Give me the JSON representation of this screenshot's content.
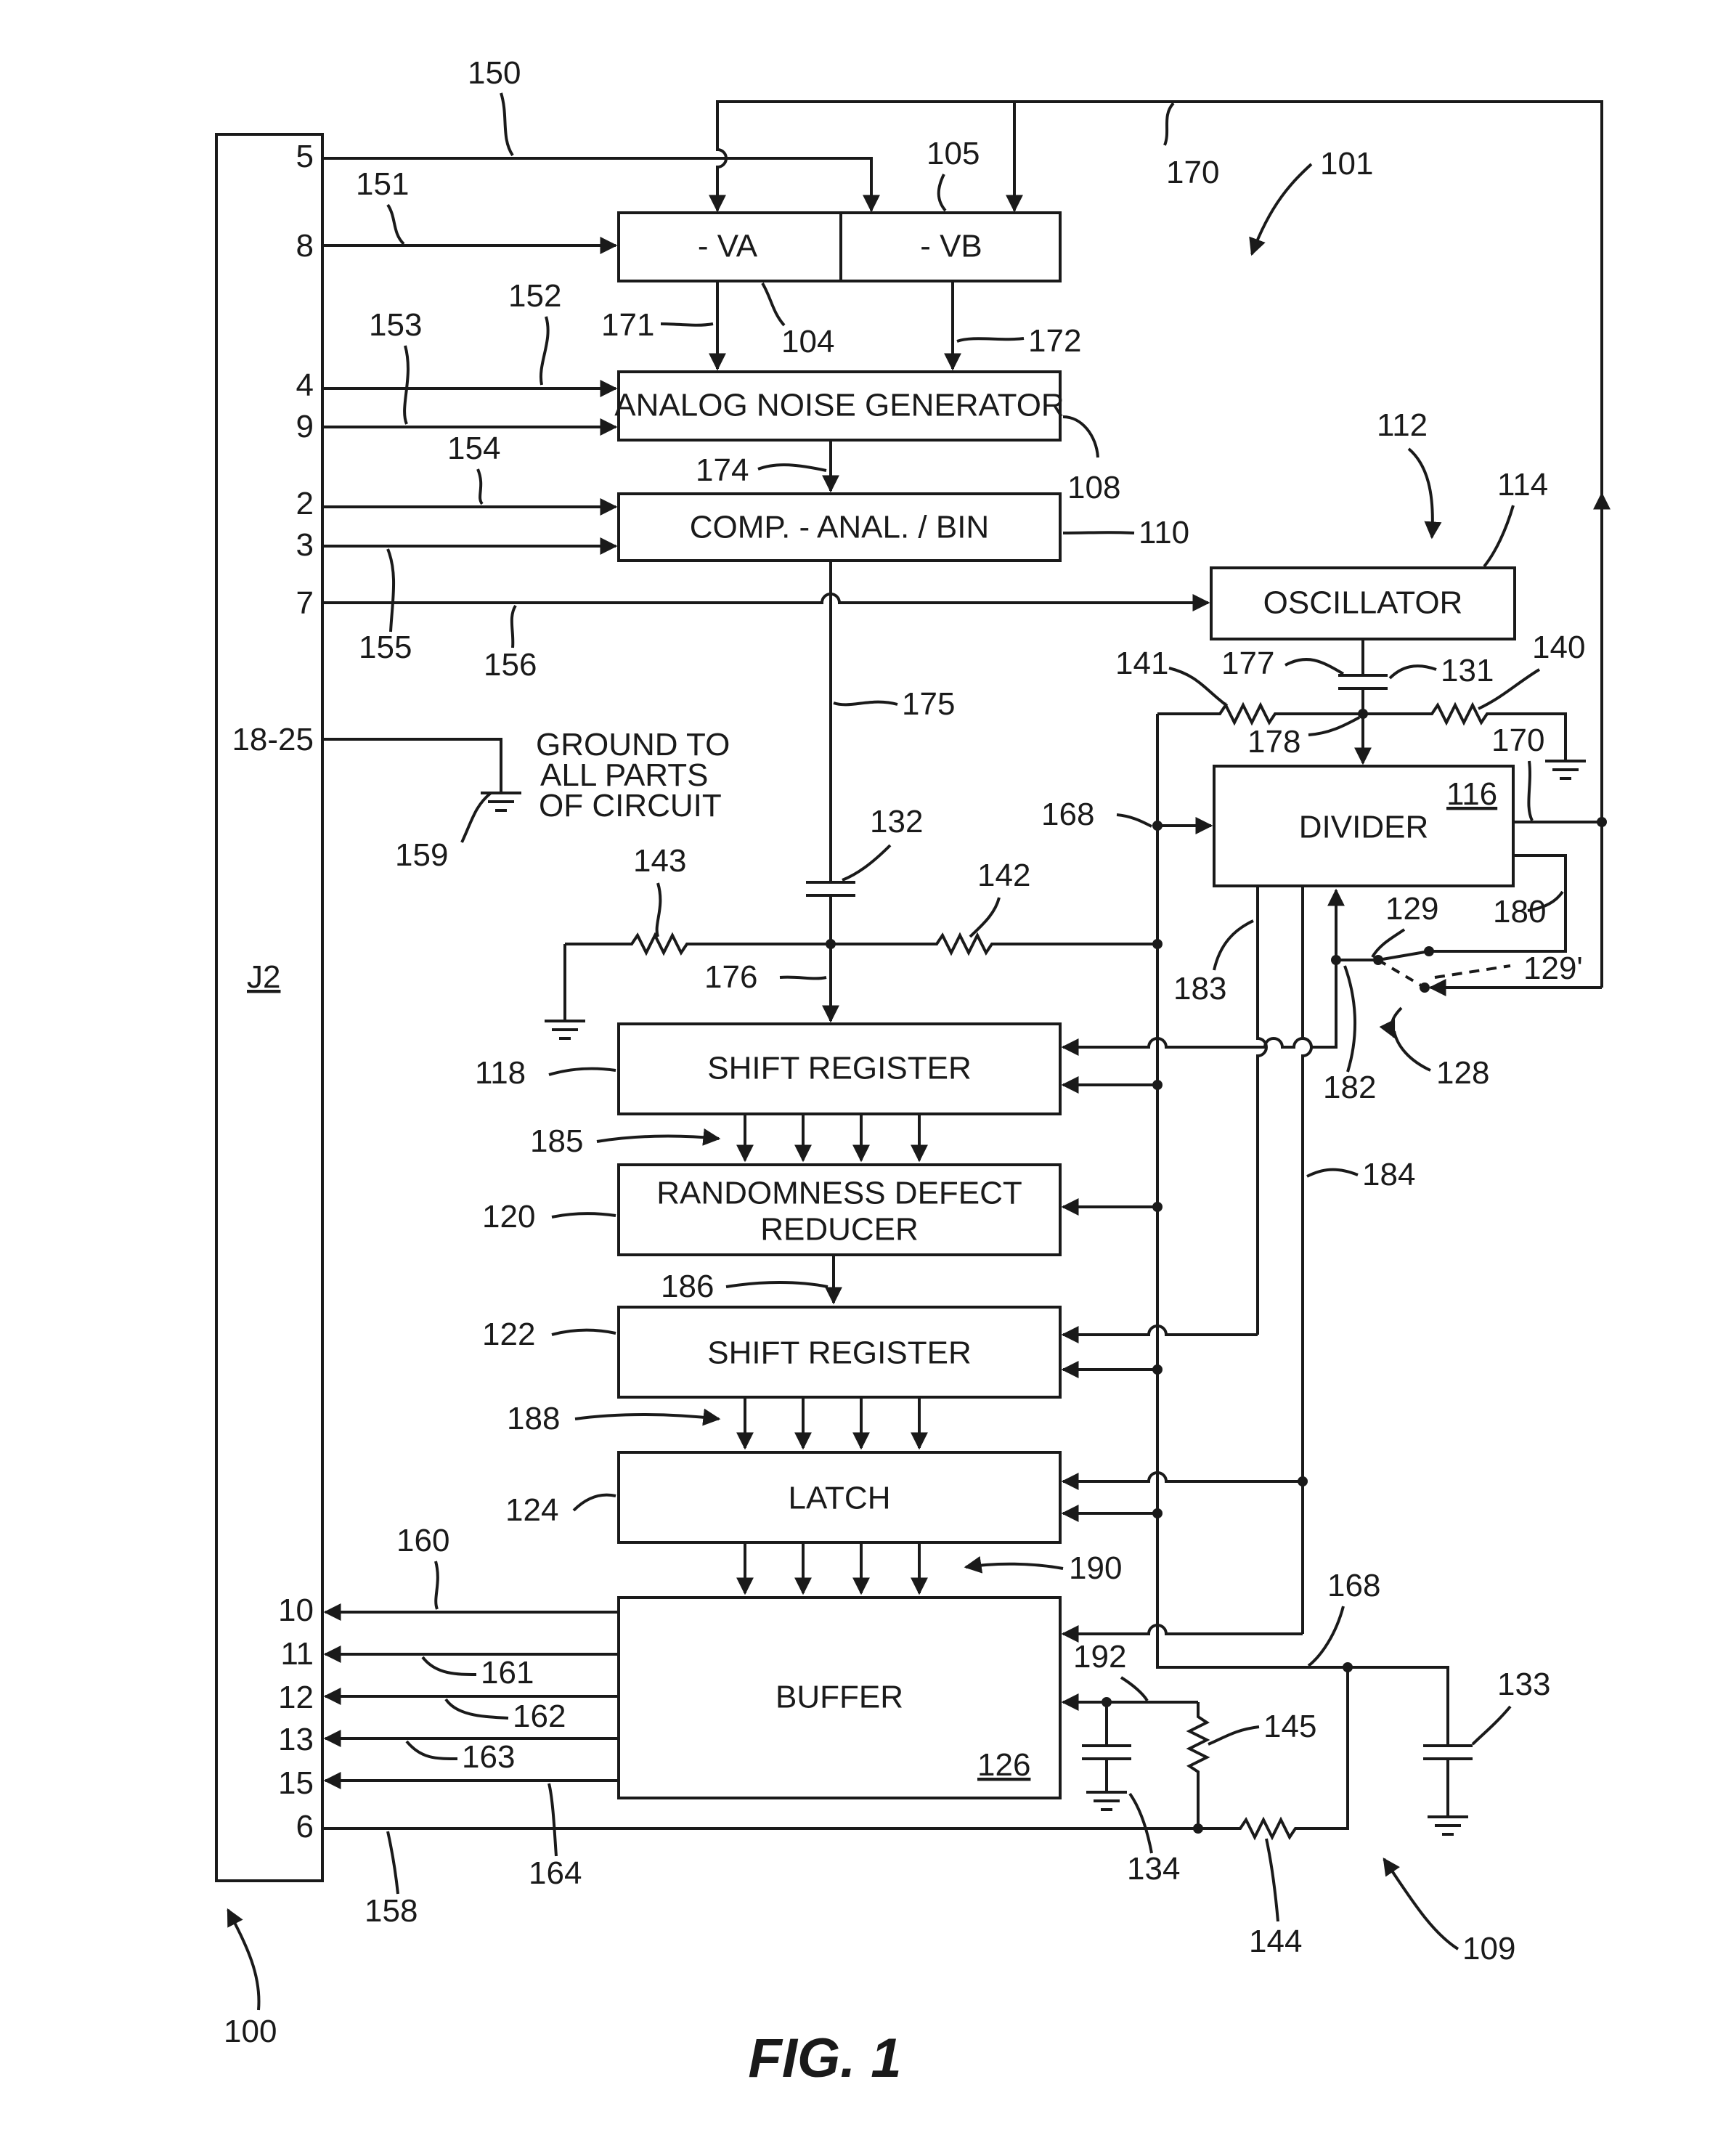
{
  "figure_label": "FIG. 1",
  "connector": {
    "name": "J2",
    "pins_left": [
      "5",
      "8",
      "4",
      "9",
      "2",
      "3",
      "7",
      "18-25"
    ],
    "pins_out": [
      "10",
      "11",
      "12",
      "13",
      "15",
      "6"
    ]
  },
  "blocks": {
    "va": "- VA",
    "vb": "- VB",
    "noise": "ANALOG NOISE GENERATOR",
    "comp": "COMP. - ANAL. / BIN",
    "osc": "OSCILLATOR",
    "divider": "DIVIDER",
    "divider_ref": "116",
    "sr1": "SHIFT REGISTER",
    "rdr_line1": "RANDOMNESS DEFECT",
    "rdr_line2": "REDUCER",
    "sr2": "SHIFT REGISTER",
    "latch": "LATCH",
    "buffer": "BUFFER",
    "buffer_ref": "126"
  },
  "ground_note": [
    "GROUND TO",
    "ALL PARTS",
    "OF CIRCUIT"
  ],
  "refs": {
    "r100": "100",
    "r101": "101",
    "r104": "104",
    "r105": "105",
    "r108": "108",
    "r109": "109",
    "r110": "110",
    "r112": "112",
    "r114": "114",
    "r118": "118",
    "r120": "120",
    "r122": "122",
    "r124": "124",
    "r128": "128",
    "r129": "129",
    "r129p": "129'",
    "r131": "131",
    "r132": "132",
    "r133": "133",
    "r134": "134",
    "r140": "140",
    "r141": "141",
    "r142": "142",
    "r143": "143",
    "r144": "144",
    "r145": "145",
    "r150": "150",
    "r151": "151",
    "r152": "152",
    "r153": "153",
    "r154": "154",
    "r155": "155",
    "r156": "156",
    "r158": "158",
    "r159": "159",
    "r160": "160",
    "r161": "161",
    "r162": "162",
    "r163": "163",
    "r164": "164",
    "r168a": "168",
    "r168b": "168",
    "r170a": "170",
    "r170b": "170",
    "r171": "171",
    "r172": "172",
    "r174": "174",
    "r175": "175",
    "r176": "176",
    "r177": "177",
    "r178": "178",
    "r180": "180",
    "r182": "182",
    "r183": "183",
    "r184": "184",
    "r185": "185",
    "r186": "186",
    "r188": "188",
    "r190": "190",
    "r192": "192"
  }
}
